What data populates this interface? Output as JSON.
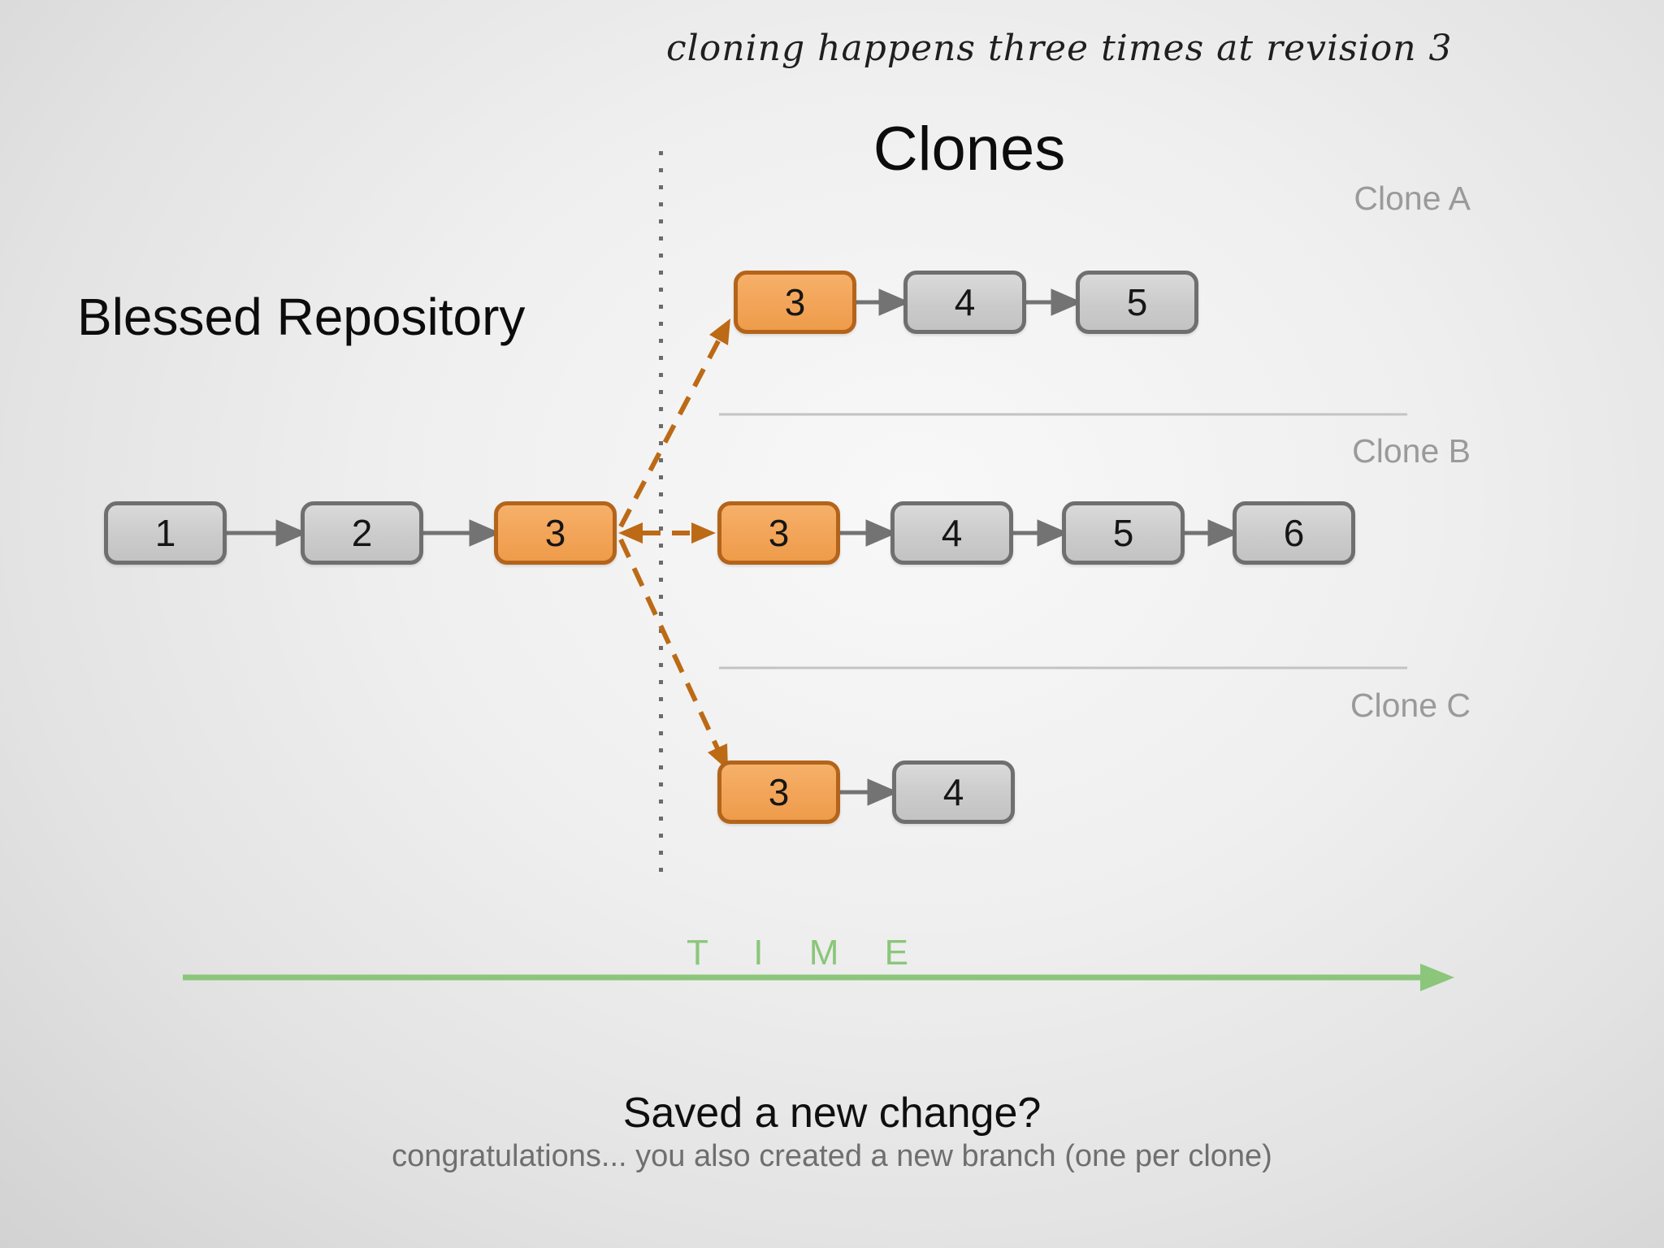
{
  "caption": "cloning happens three times at revision 3",
  "clones_title": "Clones",
  "blessed_repository": {
    "label": "Blessed Repository",
    "nodes": [
      "1",
      "2",
      "3"
    ],
    "highlighted_revision": "3"
  },
  "clones": [
    {
      "label": "Clone A",
      "nodes": [
        "3",
        "4",
        "5"
      ]
    },
    {
      "label": "Clone B",
      "nodes": [
        "3",
        "4",
        "5",
        "6"
      ]
    },
    {
      "label": "Clone C",
      "nodes": [
        "3",
        "4"
      ]
    }
  ],
  "timeline": {
    "label": "T I M E"
  },
  "footer": {
    "title": "Saved a new change?",
    "subtitle": "congratulations... you also created a new branch (one per clone)"
  },
  "colors": {
    "node_gray_fill": "#cbcbcb",
    "node_gray_border": "#6f6f6f",
    "node_orange_fill": "#f2a458",
    "node_orange_border": "#b4641a",
    "dashed_arrow": "#bc6a16",
    "solid_arrow": "#737373",
    "divider_dots": "#6b6b6b",
    "section_line": "#c3c3c3",
    "timeline_green": "#8bc67b",
    "clone_label_gray": "#9a9a9a"
  }
}
